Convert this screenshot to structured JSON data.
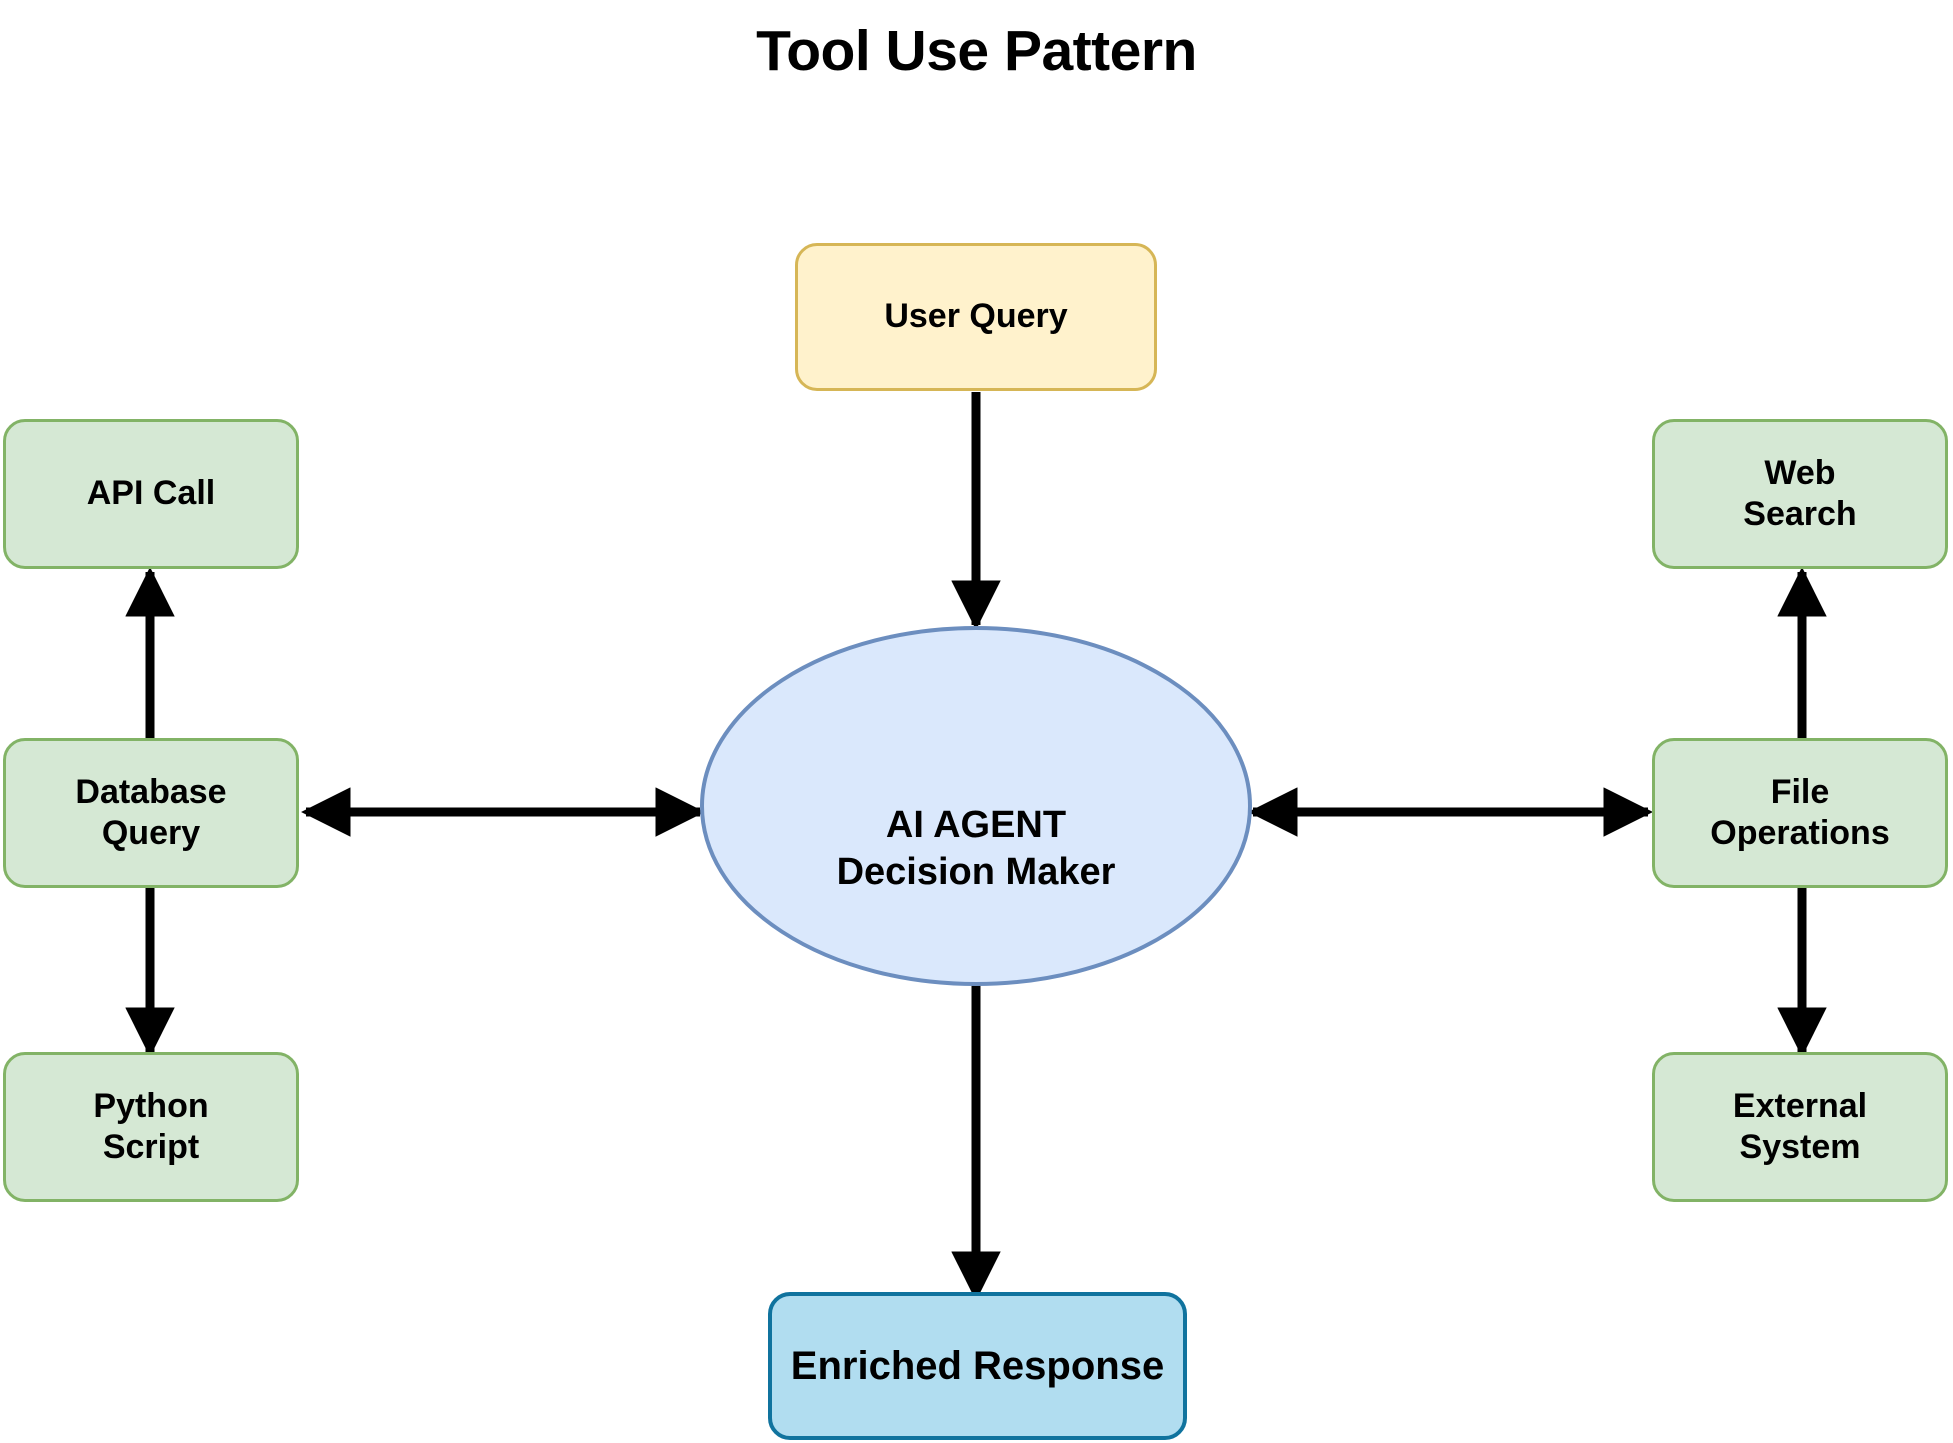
{
  "title": "Tool Use Pattern",
  "colors": {
    "background": "#ffffff",
    "green_fill": "#d5e8d4",
    "green_stroke": "#82b366",
    "yellow_fill": "#fff2cc",
    "yellow_stroke": "#d6b656",
    "agent_fill": "#dae8fc",
    "agent_stroke": "#6c8ebf",
    "response_fill": "#b1ddf0",
    "response_stroke": "#10739e",
    "edge": "#000000"
  },
  "nodes": {
    "user_query": {
      "label": "User Query"
    },
    "agent": {
      "label": "AI AGENT\nDecision Maker"
    },
    "enriched_response": {
      "label": "Enriched Response"
    },
    "api_call": {
      "label": "API Call"
    },
    "database_query": {
      "label": "Database\nQuery"
    },
    "python_script": {
      "label": "Python\nScript"
    },
    "web_search": {
      "label": "Web\nSearch"
    },
    "file_operations": {
      "label": "File\nOperations"
    },
    "external_system": {
      "label": "External\nSystem"
    }
  },
  "edges": [
    {
      "from": "user_query",
      "to": "agent",
      "direction": "one-way"
    },
    {
      "from": "agent",
      "to": "enriched_response",
      "direction": "one-way"
    },
    {
      "from": "database_query",
      "to": "agent",
      "direction": "two-way"
    },
    {
      "from": "agent",
      "to": "file_operations",
      "direction": "two-way"
    },
    {
      "from": "database_query",
      "to": "api_call",
      "direction": "one-way"
    },
    {
      "from": "database_query",
      "to": "python_script",
      "direction": "one-way"
    },
    {
      "from": "file_operations",
      "to": "web_search",
      "direction": "one-way"
    },
    {
      "from": "file_operations",
      "to": "external_system",
      "direction": "one-way"
    }
  ]
}
